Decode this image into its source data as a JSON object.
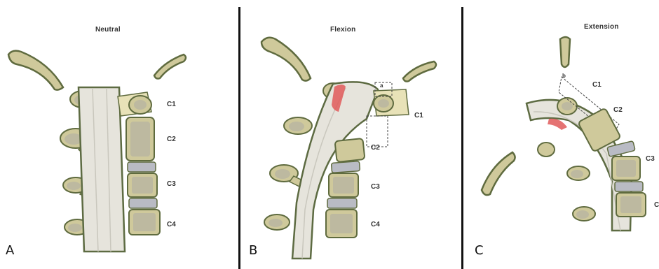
{
  "panels": [
    {
      "letter": "A",
      "title": "Neutral",
      "levels": [
        "C1",
        "C2",
        "C3",
        "C4"
      ]
    },
    {
      "letter": "B",
      "title": "Flexion",
      "levels": [
        "C1",
        "C2",
        "C3",
        "C4"
      ],
      "marker": "a"
    },
    {
      "letter": "C",
      "title": "Extension",
      "levels": [
        "C1",
        "C2",
        "C3",
        "C"
      ],
      "marker": "b"
    }
  ],
  "colors": {
    "bone": "#cfc99b",
    "bone_outline": "#5f6b3f",
    "marrow": "#bdb9a0",
    "disc": "#b9bbc4",
    "cord": "#e6e4dc",
    "cord_outline": "#5d6b42",
    "lesion": "#e05a5a",
    "divider": "#111111"
  }
}
